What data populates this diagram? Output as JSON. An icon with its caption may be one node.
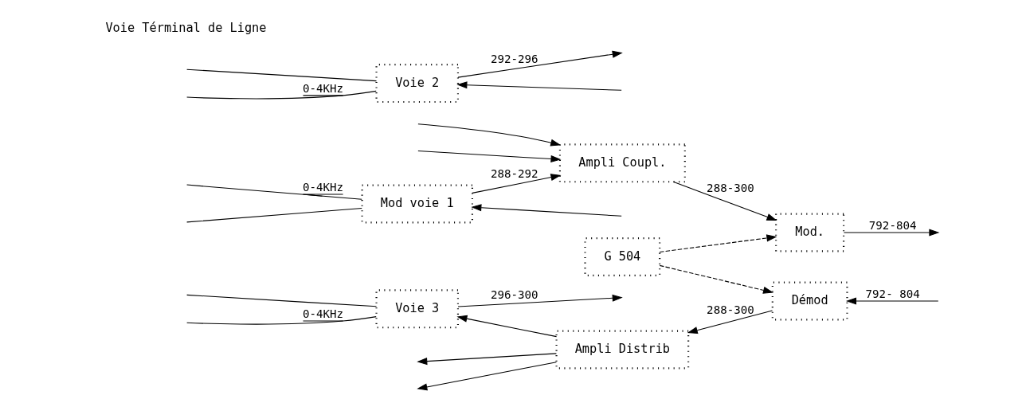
{
  "diagram": {
    "nodes": [
      {
        "text": [
          "Mod voie 1"
        ]
      },
      {
        "text": [
          "Ampli Coupl."
        ]
      },
      {
        "text": [
          "Mod."
        ]
      },
      {
        "text": [
          "Voie 2"
        ]
      },
      {
        "text": [
          "G 504"
        ]
      },
      {
        "text": [
          "Voie 3"
        ]
      },
      {
        "text": [
          "Ampli Distrib"
        ]
      },
      {
        "text": [
          "Démod"
        ]
      }
    ],
    "edges": [
      {
        "from": null,
        "to": 0,
        "arrow": "none",
        "label": "0-4KHz"
      },
      {
        "from": null,
        "to": 0,
        "arrow": "none"
      },
      {
        "from": 0,
        "to": 1,
        "arrow": "to",
        "label": "288-292"
      },
      {
        "from": null,
        "to": 0,
        "arrow": "to"
      },
      {
        "from": null,
        "to": 1,
        "arrow": "to"
      },
      {
        "from": null,
        "to": 1,
        "arrow": "to"
      },
      {
        "from": 1,
        "to": 2,
        "arrow": "to",
        "label": "288-300"
      },
      {
        "from": 2,
        "to": null,
        "arrow": "to",
        "label": "792-804"
      },
      {
        "from": 4,
        "to": 2,
        "arrow": "to",
        "style": "dashed"
      },
      {
        "from": null,
        "to": 3,
        "arrow": "none"
      },
      {
        "from": null,
        "to": 3,
        "arrow": "none",
        "label": "0-4KHz"
      },
      {
        "from": 3,
        "to": null,
        "arrow": "to",
        "label": "292-296"
      },
      {
        "from": null,
        "to": 3,
        "arrow": "to"
      },
      {
        "from": 4,
        "to": 7,
        "arrow": "to",
        "style": "dashed"
      },
      {
        "from": null,
        "to": 5,
        "arrow": "none"
      },
      {
        "from": null,
        "to": 5,
        "arrow": "none",
        "label": "0-4KHz"
      },
      {
        "from": 5,
        "to": null,
        "arrow": "to",
        "label": "296-300"
      },
      {
        "from": 6,
        "to": null,
        "arrow": "to"
      },
      {
        "from": 6,
        "to": null,
        "arrow": "to"
      },
      {
        "from": 6,
        "to": 5,
        "arrow": "to"
      },
      {
        "from": 7,
        "to": 6,
        "arrow": "to",
        "label": "288-300"
      },
      {
        "from": null,
        "to": 7,
        "arrow": "to",
        "label": "792- 804"
      }
    ],
    "labels": [
      "Voie Términal de Ligne"
    ]
  }
}
